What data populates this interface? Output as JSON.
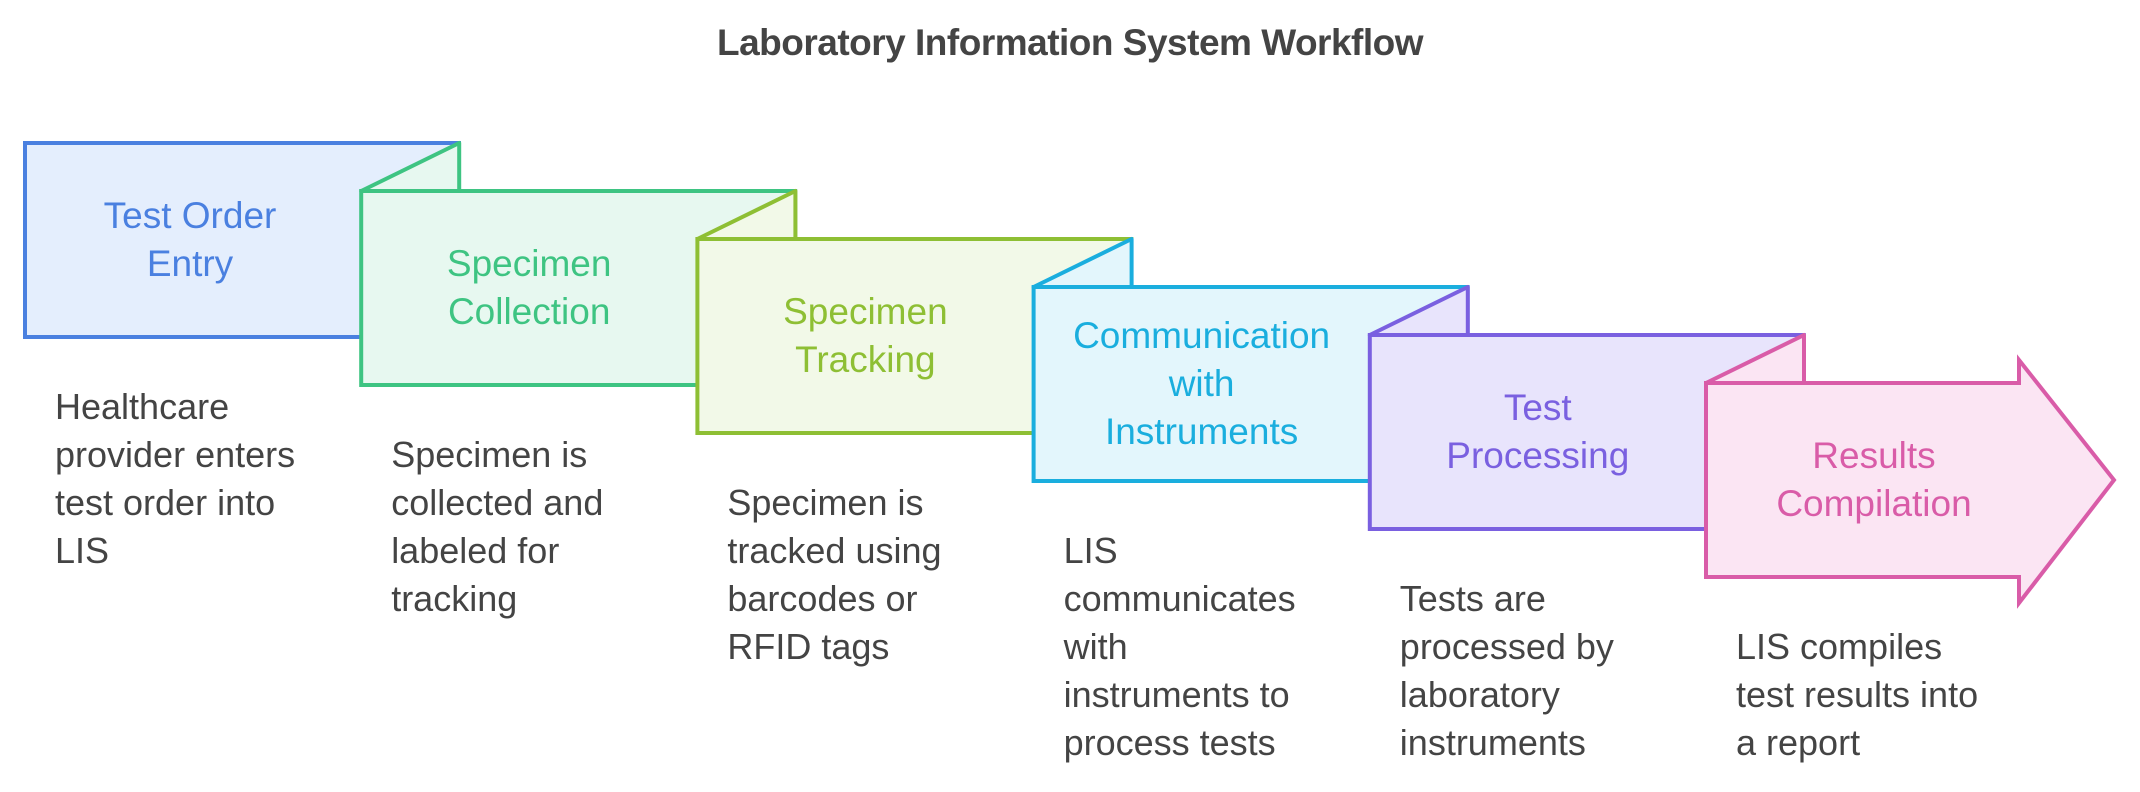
{
  "title": "Laboratory Information System Workflow",
  "steps": [
    {
      "label": "Test Order Entry",
      "label_lines": [
        "Test Order",
        "Entry"
      ],
      "description_lines": [
        "Healthcare",
        "provider enters",
        "test order into",
        "LIS"
      ],
      "stroke": "#4A80E0",
      "fill": "#E4EEFD"
    },
    {
      "label": "Specimen Collection",
      "label_lines": [
        "Specimen",
        "Collection"
      ],
      "description_lines": [
        "Specimen is",
        "collected and",
        "labeled for",
        "tracking"
      ],
      "stroke": "#3EC482",
      "fill": "#E7F8F0"
    },
    {
      "label": "Specimen Tracking",
      "label_lines": [
        "Specimen",
        "Tracking"
      ],
      "description_lines": [
        "Specimen is",
        "tracked using",
        "barcodes or",
        "RFID tags"
      ],
      "stroke": "#8EBF34",
      "fill": "#F2F9E8"
    },
    {
      "label": "Communication with Instruments",
      "label_lines": [
        "Communication",
        "with",
        "Instruments"
      ],
      "description_lines": [
        "LIS",
        "communicates",
        "with",
        "instruments to",
        "process tests"
      ],
      "stroke": "#1AAEDE",
      "fill": "#E3F6FC"
    },
    {
      "label": "Test Processing",
      "label_lines": [
        "Test",
        "Processing"
      ],
      "description_lines": [
        "Tests are",
        "processed by",
        "laboratory",
        "instruments"
      ],
      "stroke": "#7A60E0",
      "fill": "#E8E4FC"
    },
    {
      "label": "Results Compilation",
      "label_lines": [
        "Results",
        "Compilation"
      ],
      "description_lines": [
        "LIS compiles",
        "test results into",
        "a report"
      ],
      "stroke": "#D95CA8",
      "fill": "#FBE5F3"
    }
  ]
}
